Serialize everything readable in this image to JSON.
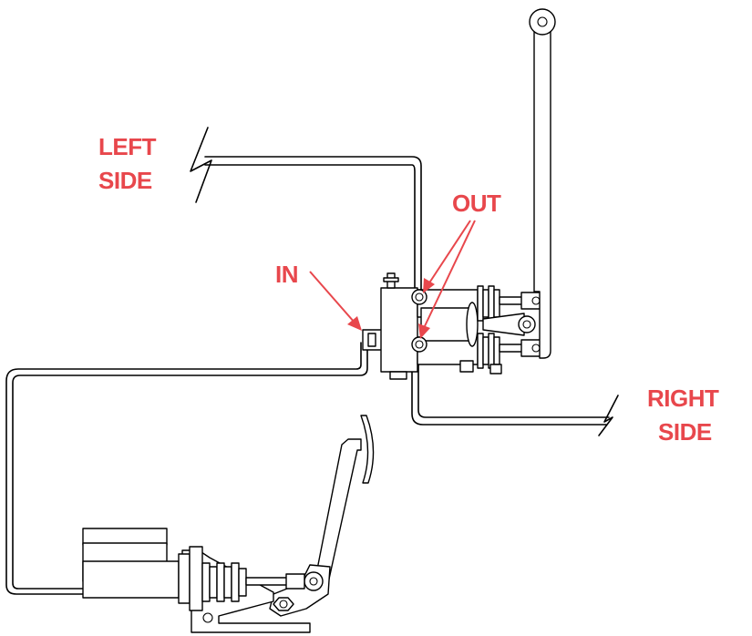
{
  "labels": {
    "left_side_line1": "LEFT",
    "left_side_line2": "SIDE",
    "right_side_line1": "RIGHT",
    "right_side_line2": "SIDE",
    "out": "OUT",
    "in": "IN"
  },
  "colors": {
    "label": "#e8474c",
    "line": "#000000",
    "background": "#ffffff"
  }
}
